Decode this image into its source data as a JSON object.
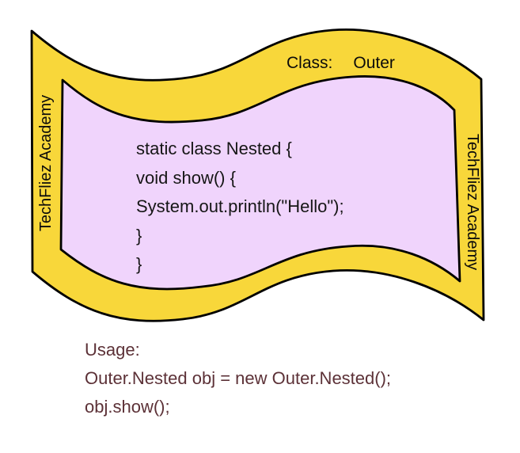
{
  "diagram": {
    "banner": {
      "title_prefix": "Class:",
      "title_value": "Outer",
      "watermark_left": "TechFliez Academy",
      "watermark_right": "TechFliez Academy",
      "colors": {
        "ribbon_fill": "#F8D73A",
        "panel_fill": "#F0D4FC",
        "outline": "#000000",
        "code_text": "#161616",
        "usage_text": "#5C3137"
      }
    },
    "code": {
      "lines": [
        "static class Nested {",
        "void show() {",
        "System.out.println(\"Hello\");",
        "}",
        "}"
      ]
    },
    "usage": {
      "lines": [
        "Usage:",
        "Outer.Nested obj = new Outer.Nested();",
        "obj.show();"
      ]
    }
  }
}
